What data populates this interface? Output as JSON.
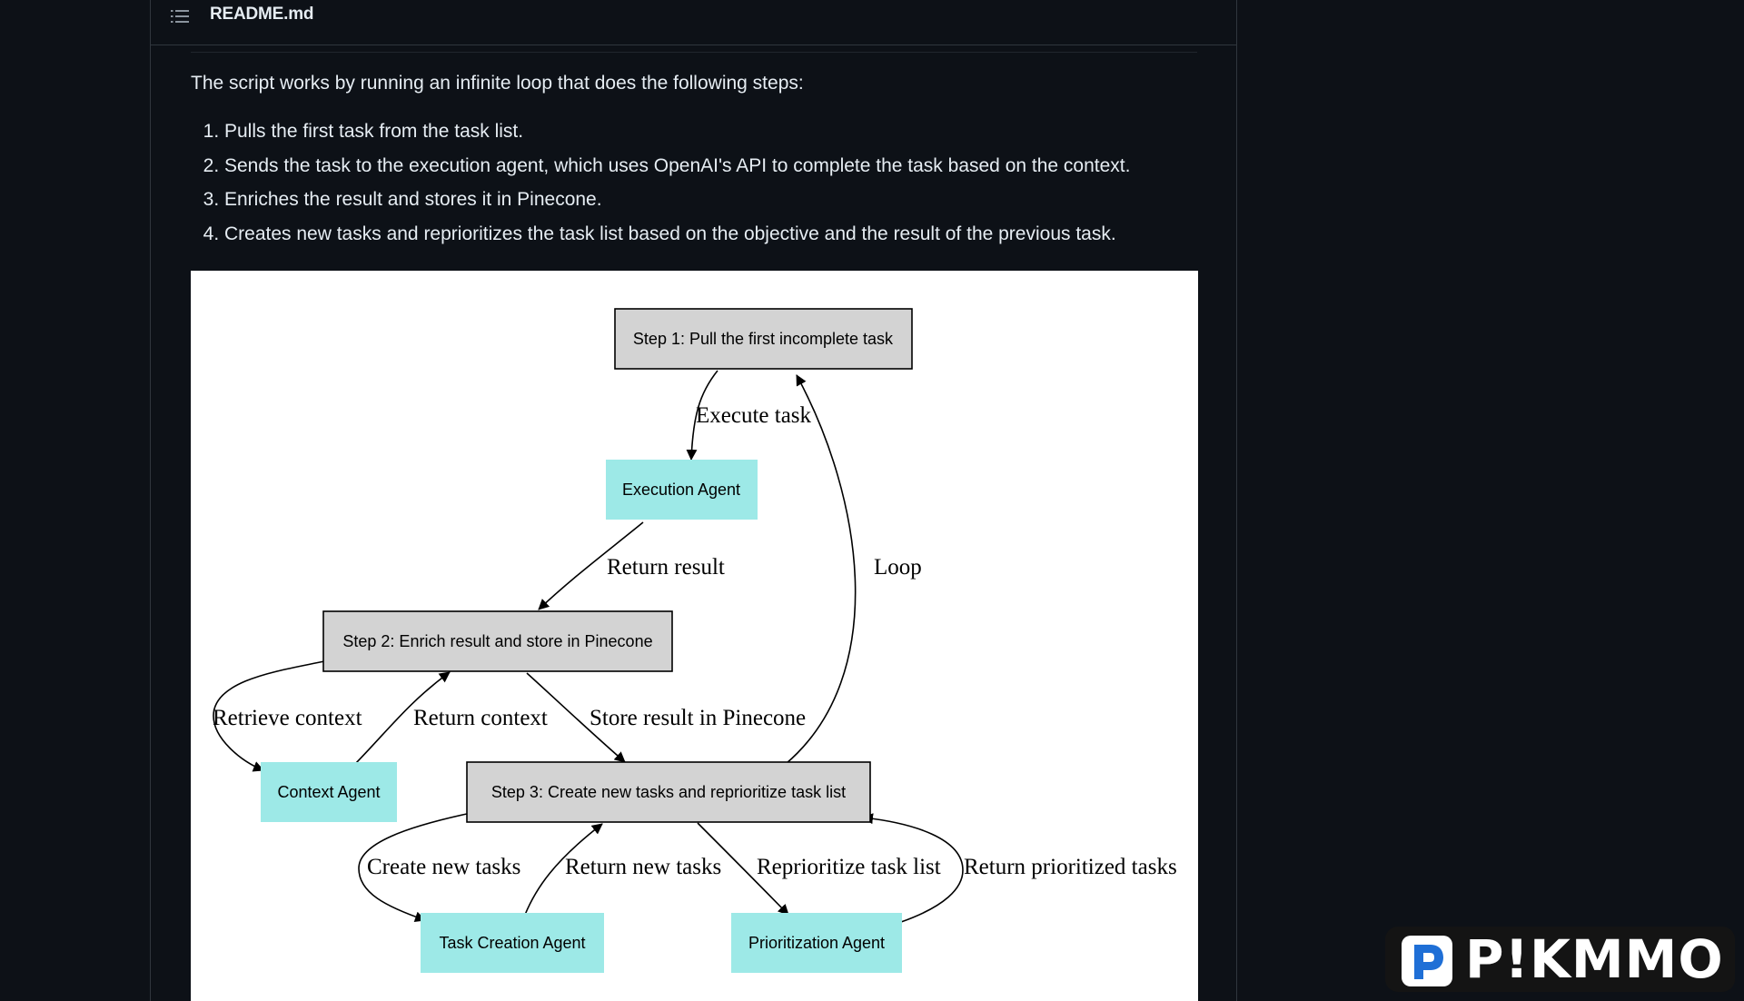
{
  "file": {
    "name": "README.md",
    "toc_icon": "list-unordered-icon"
  },
  "content": {
    "intro": "The script works by running an infinite loop that does the following steps:",
    "steps": [
      "Pulls the first task from the task list.",
      "Sends the task to the execution agent, which uses OpenAI's API to complete the task based on the context.",
      "Enriches the result and stores it in Pinecone.",
      "Creates new tasks and reprioritizes the task list based on the objective and the result of the previous task."
    ]
  },
  "diagram": {
    "nodes": {
      "step1": "Step 1: Pull the first incomplete task",
      "execution_agent": "Execution Agent",
      "step2": "Step 2: Enrich result and store in Pinecone",
      "context_agent": "Context Agent",
      "step3": "Step 3: Create new tasks and reprioritize task list",
      "task_creation_agent": "Task Creation Agent",
      "prioritization_agent": "Prioritization Agent"
    },
    "edges": {
      "execute_task": "Execute task",
      "return_result": "Return result",
      "loop": "Loop",
      "retrieve_context": "Retrieve context",
      "return_context": "Return context",
      "store_result": "Store result in Pinecone",
      "create_new_tasks": "Create new tasks",
      "return_new_tasks": "Return new tasks",
      "reprioritize": "Reprioritize task list",
      "return_prioritized": "Return prioritized tasks"
    },
    "colors": {
      "step_fill": "#d3d3d3",
      "agent_fill": "#9de9e7"
    }
  },
  "watermark": {
    "text": "P!KMMO",
    "logo_icon": "p-logo-icon"
  }
}
